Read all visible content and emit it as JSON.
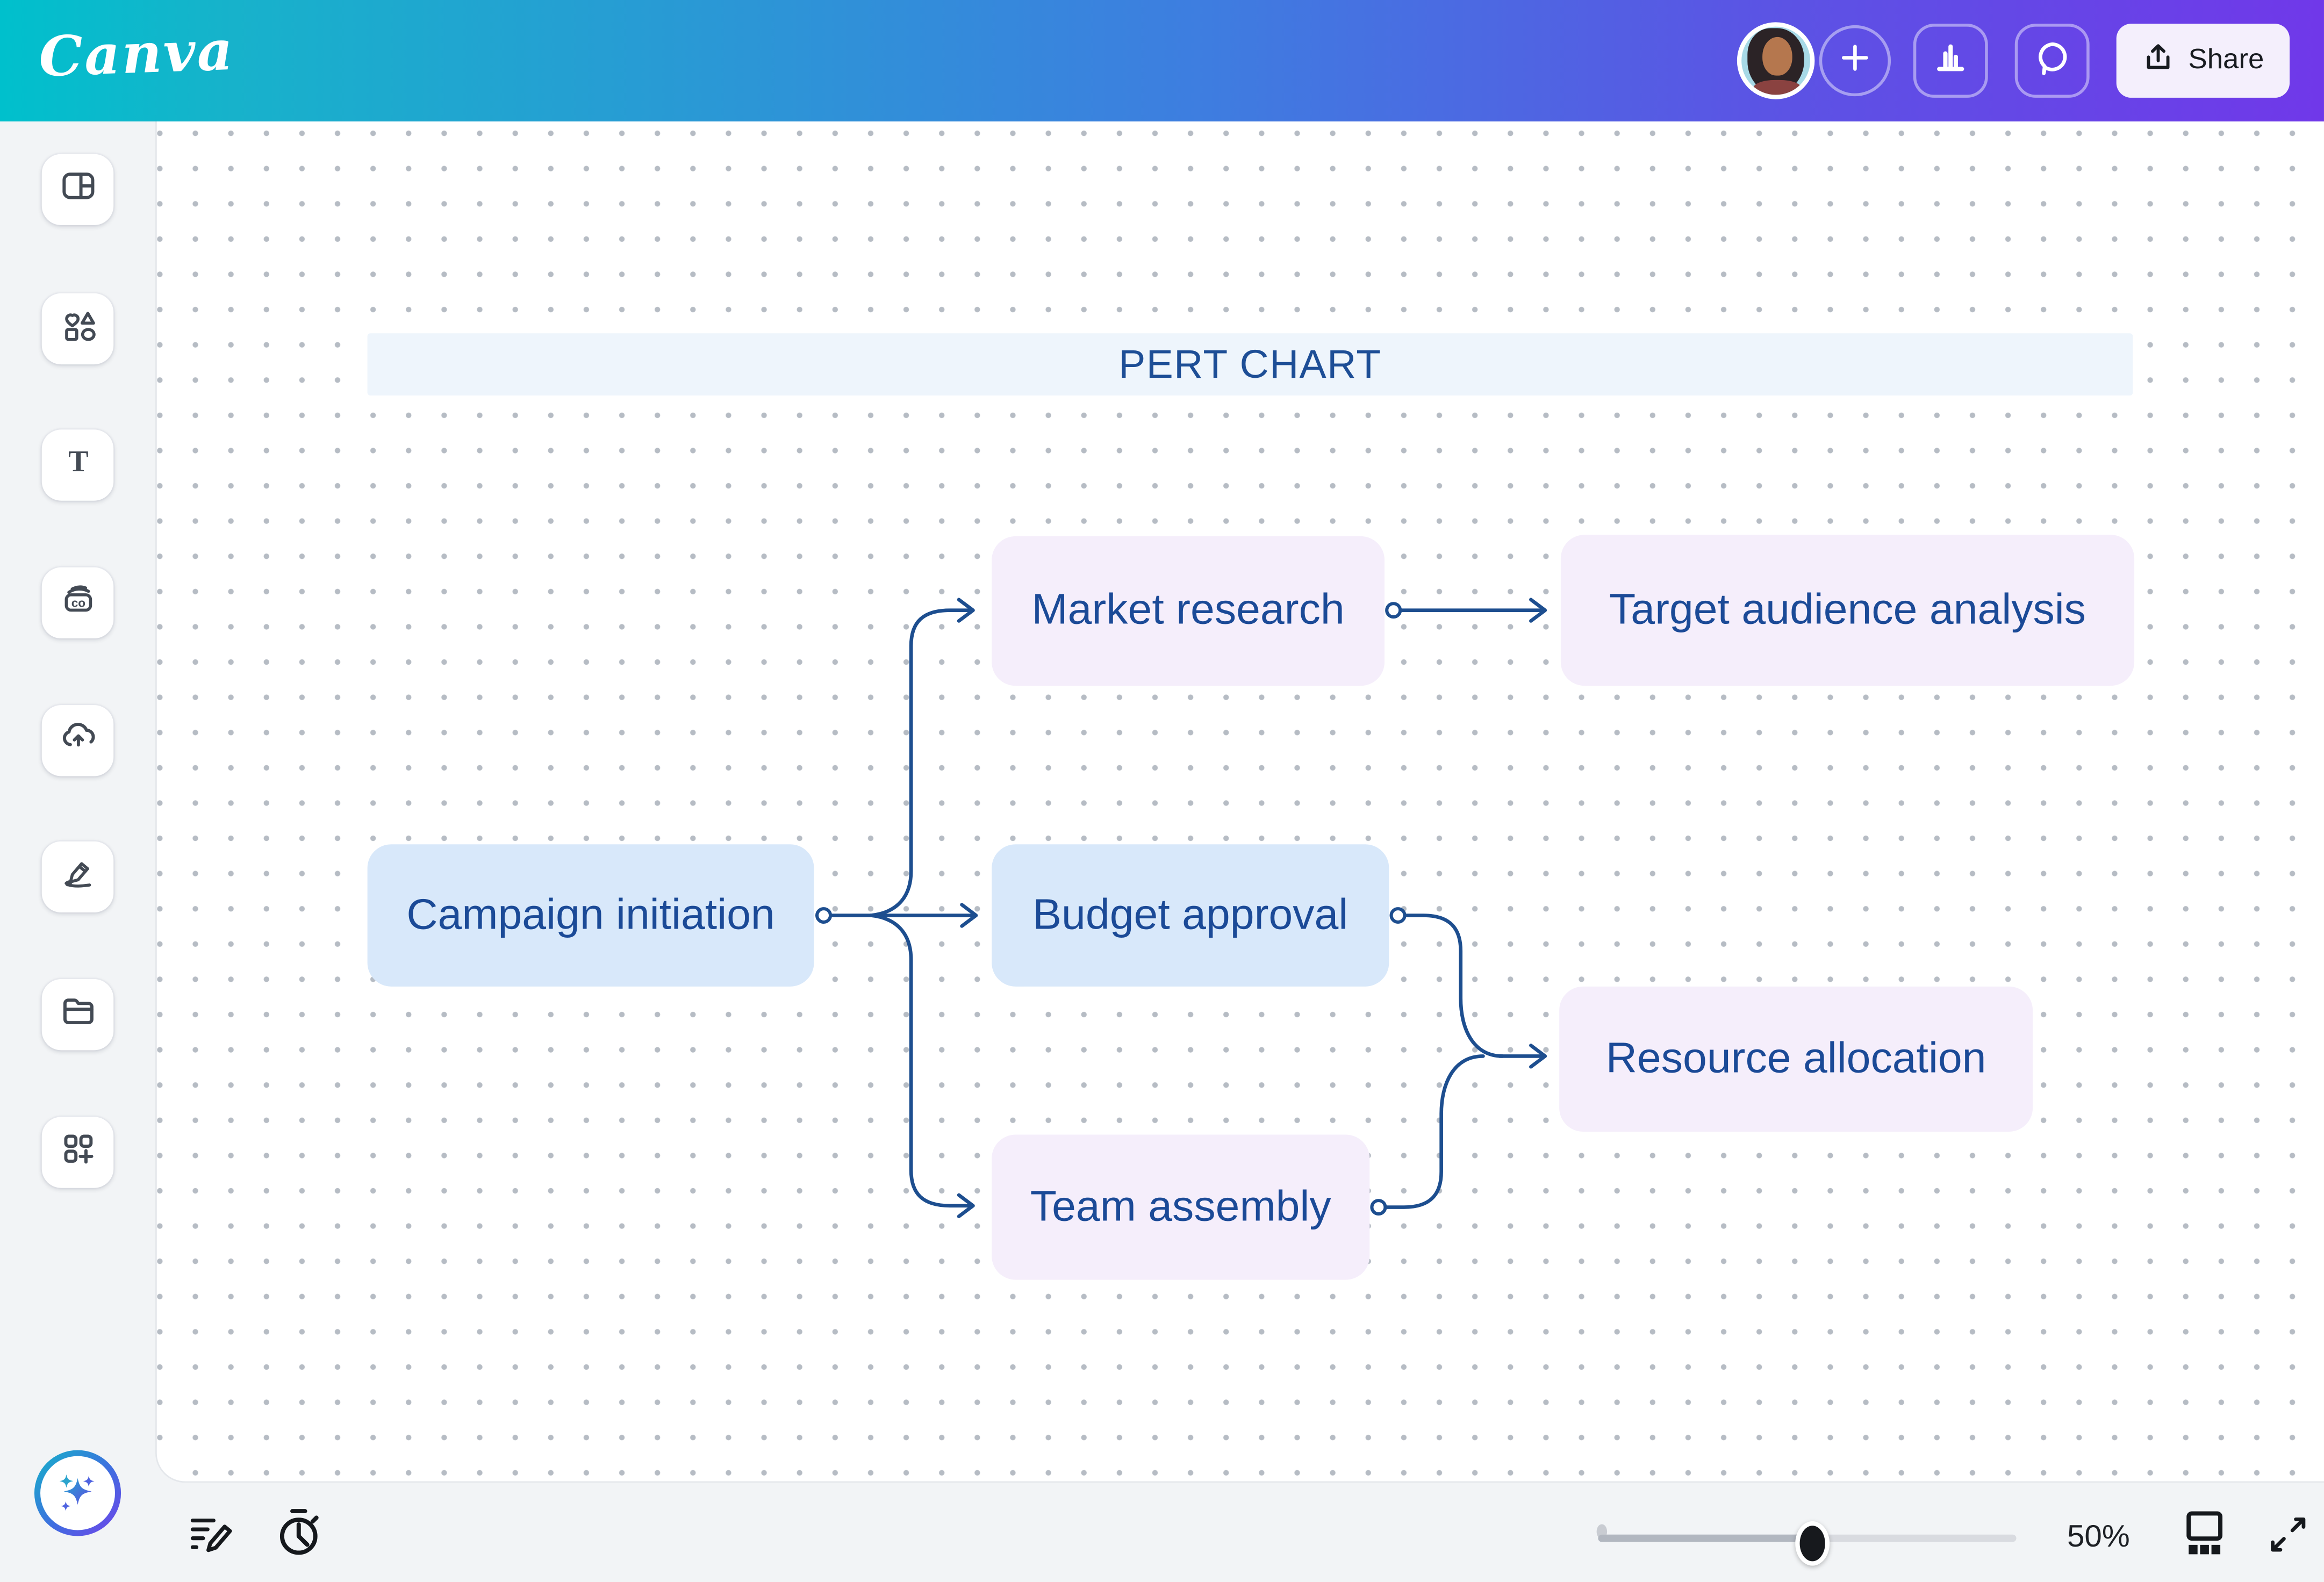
{
  "header": {
    "logo": "Canva",
    "share_label": "Share",
    "icons": [
      "user-avatar",
      "add-icon",
      "insights-icon",
      "comments-icon",
      "share-upload-icon"
    ]
  },
  "sidebar": {
    "items": [
      {
        "icon": "design-icon"
      },
      {
        "icon": "elements-icon"
      },
      {
        "icon": "text-icon",
        "glyph": "T"
      },
      {
        "icon": "brand-icon",
        "glyph": "co"
      },
      {
        "icon": "uploads-icon"
      },
      {
        "icon": "draw-icon"
      },
      {
        "icon": "projects-icon"
      },
      {
        "icon": "apps-icon",
        "glyph": "+"
      }
    ]
  },
  "canvas": {
    "title": "PERT CHART",
    "nodes": [
      {
        "id": "campaign",
        "label": "Campaign initiation",
        "color": "blue"
      },
      {
        "id": "market",
        "label": "Market research",
        "color": "lavender"
      },
      {
        "id": "target",
        "label": "Target audience analysis",
        "color": "lavender"
      },
      {
        "id": "budget",
        "label": "Budget approval",
        "color": "blue"
      },
      {
        "id": "resource",
        "label": "Resource allocation",
        "color": "lavender"
      },
      {
        "id": "team",
        "label": "Team assembly",
        "color": "lavender"
      }
    ],
    "edges": [
      {
        "from": "Campaign initiation",
        "to": "Market research"
      },
      {
        "from": "Campaign initiation",
        "to": "Budget approval"
      },
      {
        "from": "Campaign initiation",
        "to": "Team assembly"
      },
      {
        "from": "Market research",
        "to": "Target audience analysis"
      },
      {
        "from": "Budget approval",
        "to": "Resource allocation"
      },
      {
        "from": "Team assembly",
        "to": "Resource allocation"
      }
    ]
  },
  "bottombar": {
    "zoom_level": "50%",
    "icons": [
      "magic-ai-icon",
      "notes-icon",
      "timer-icon",
      "presentation-icon",
      "expand-icon"
    ]
  },
  "colors": {
    "header_gradient": [
      "#00c0cc",
      "#3e7de0",
      "#7038e9"
    ],
    "node_blue": "#d8e8fa",
    "node_lavender": "#f5eefb",
    "ink_navy": "#1b4a97",
    "connector": "#1d4e8f",
    "banner_bg": "#eef5fc",
    "shell_gray": "#f2f4f6",
    "grid_dot": "#b6bcc4"
  }
}
